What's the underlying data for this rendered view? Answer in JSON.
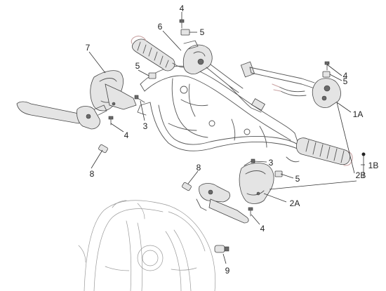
{
  "diagram": {
    "callouts": {
      "c4_top": "4",
      "c6": "6",
      "c5_top": "5",
      "c7": "7",
      "c5_left": "5",
      "c4_right": "4",
      "c5_right": "5",
      "c3_left": "3",
      "c4_left": "4",
      "c1A": "1A",
      "c1B": "1B",
      "c2B": "2B",
      "c8_left": "8",
      "c3_mid": "3",
      "c8_mid": "8",
      "c5_mid": "5",
      "c2A": "2A",
      "c4_bottom": "4",
      "c9": "9"
    }
  }
}
